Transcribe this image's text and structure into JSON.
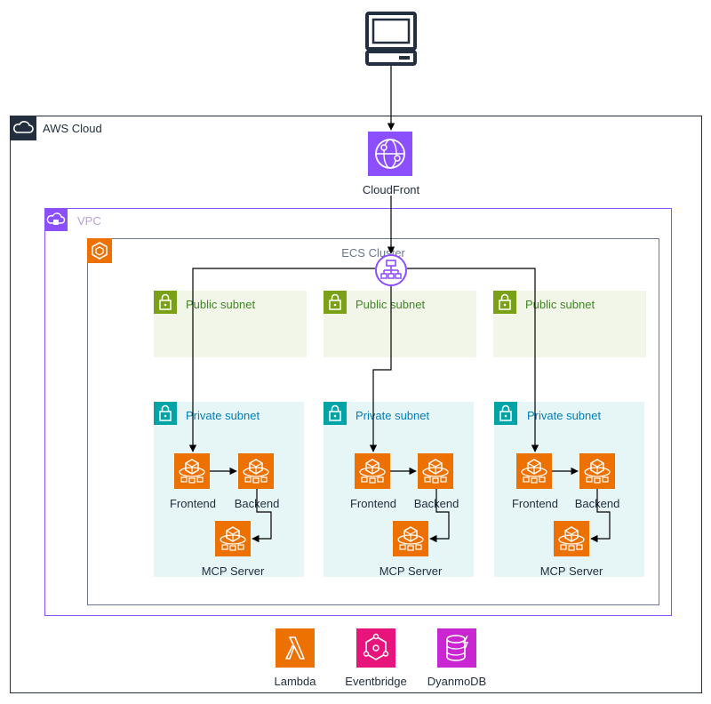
{
  "user": {
    "icon": "client-computer-icon"
  },
  "aws_cloud": {
    "label": "AWS Cloud",
    "icon": "aws-cloud-icon",
    "border_color": "#232f3e"
  },
  "cloudfront": {
    "label": "CloudFront",
    "icon": "cloudfront-icon",
    "color": "#8c4fff"
  },
  "vpc": {
    "label": "VPC",
    "icon": "vpc-icon",
    "border_color": "#8c4fff"
  },
  "ecs_cluster": {
    "label": "ECS Cluster",
    "icon": "ecs-icon",
    "border_color": "#6b778e",
    "color": "#ed7100"
  },
  "load_balancer": {
    "icon": "application-load-balancer-icon",
    "color": "#8c4fff"
  },
  "public_subnets": [
    {
      "label": "Public subnet",
      "icon": "lock-icon",
      "color": "#7aa116"
    },
    {
      "label": "Public subnet",
      "icon": "lock-icon",
      "color": "#7aa116"
    },
    {
      "label": "Public subnet",
      "icon": "lock-icon",
      "color": "#7aa116"
    }
  ],
  "private_subnets": [
    {
      "label": "Private subnet",
      "icon": "lock-icon",
      "color": "#00a4a6",
      "frontend": "Frontend",
      "backend": "Backend",
      "mcp": "MCP Server"
    },
    {
      "label": "Private subnet",
      "icon": "lock-icon",
      "color": "#00a4a6",
      "frontend": "Frontend",
      "backend": "Backend",
      "mcp": "MCP Server"
    },
    {
      "label": "Private subnet",
      "icon": "lock-icon",
      "color": "#00a4a6",
      "frontend": "Frontend",
      "backend": "Backend",
      "mcp": "MCP Server"
    }
  ],
  "services": [
    {
      "label": "Lambda",
      "icon": "lambda-icon",
      "color": "#ed7100"
    },
    {
      "label": "Eventbridge",
      "icon": "eventbridge-icon",
      "color": "#e7157b"
    },
    {
      "label": "DyanmoDB",
      "icon": "dynamodb-icon",
      "color": "#c925d1"
    }
  ],
  "colors": {
    "public_fill": "#f2f6e8",
    "private_fill": "#e6f6f7",
    "fargate": "#ed7100",
    "arrow": "#000000"
  }
}
